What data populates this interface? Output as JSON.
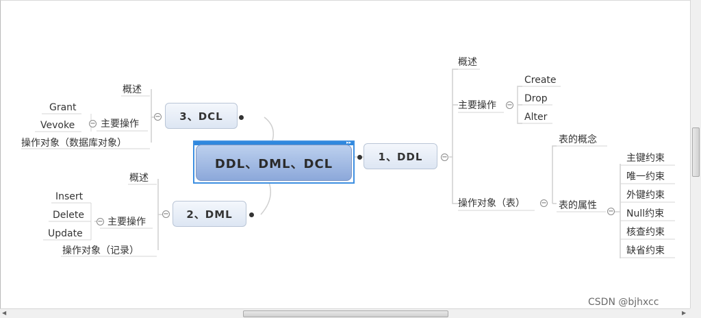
{
  "root": "DDL、DML、DCL",
  "ddl": {
    "title": "1、DDL",
    "overview": "概述",
    "main_ops": "主要操作",
    "ops": [
      "Create",
      "Drop",
      "Alter"
    ],
    "object": "操作对象（表）",
    "concept": "表的概念",
    "props": "表的属性",
    "constraints": [
      "主键约束",
      "唯一约束",
      "外键约束",
      "Null约束",
      "核查约束",
      "缺省约束"
    ]
  },
  "dml": {
    "title": "2、DML",
    "overview": "概述",
    "main_ops": "主要操作",
    "ops": [
      "Insert",
      "Delete",
      "Update"
    ],
    "object": "操作对象（记录）"
  },
  "dcl": {
    "title": "3、DCL",
    "overview": "概述",
    "main_ops": "主要操作",
    "ops": [
      "Grant",
      "Vevoke"
    ],
    "object": "操作对象（数据库对象）"
  },
  "toggle_symbol": "−",
  "watermark": "CSDN @bjhxcc"
}
